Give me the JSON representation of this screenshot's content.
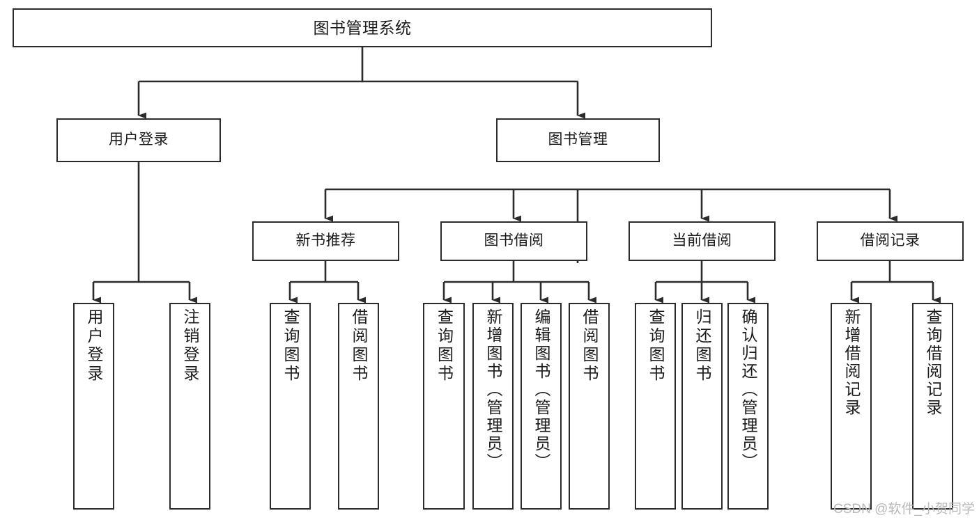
{
  "diagram": {
    "type": "tree",
    "title": "图书管理系统",
    "root": {
      "label": "图书管理系统"
    },
    "level2": [
      {
        "label": "用户登录"
      },
      {
        "label": "图书管理"
      }
    ],
    "level3": [
      {
        "label": "新书推荐"
      },
      {
        "label": "图书借阅"
      },
      {
        "label": "当前借阅"
      },
      {
        "label": "借阅记录"
      }
    ],
    "leaves": {
      "user_login": [
        {
          "label": "用户登录"
        },
        {
          "label": "注销登录"
        }
      ],
      "new_book_recommend": [
        {
          "label": "查询图书"
        },
        {
          "label": "借阅图书"
        }
      ],
      "book_borrow": [
        {
          "label": "查询图书"
        },
        {
          "label": "新增图书（管理员）"
        },
        {
          "label": "编辑图书（管理员）"
        },
        {
          "label": "借阅图书"
        }
      ],
      "current_borrow": [
        {
          "label": "查询图书"
        },
        {
          "label": "归还图书"
        },
        {
          "label": "确认归还（管理员）"
        }
      ],
      "borrow_record": [
        {
          "label": "新增借阅记录"
        },
        {
          "label": "查询借阅记录"
        }
      ]
    }
  },
  "watermark": {
    "text": "CSDN @软件_小贺同学"
  },
  "colors": {
    "box_border": "#2b2b2b",
    "box_fill": "#ffffff",
    "line": "#2b2b2b",
    "text": "#1b1b1b",
    "watermark": "#b9b9b9"
  }
}
